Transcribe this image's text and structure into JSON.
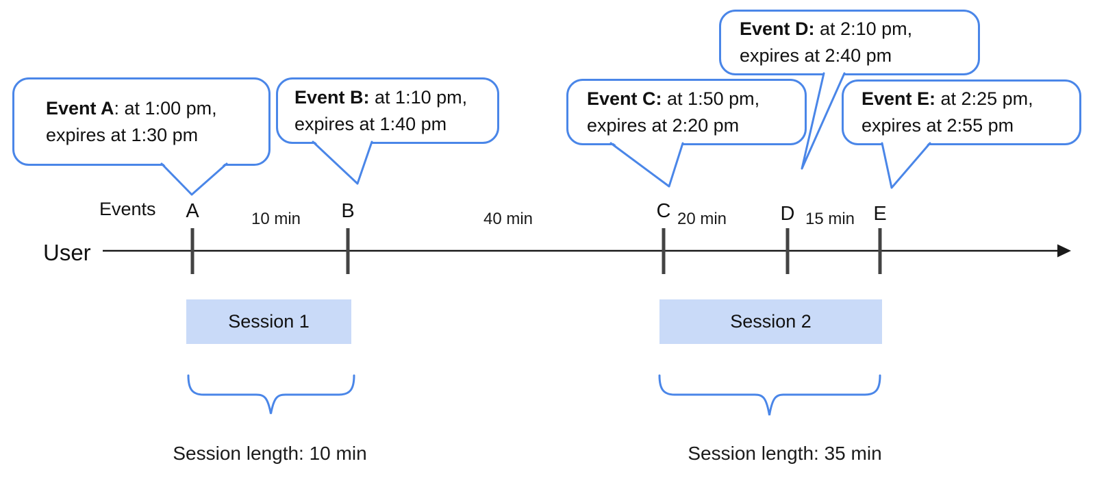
{
  "colors": {
    "callout_border": "#4a86e8",
    "brace": "#4a86e8",
    "session_fill": "#c9daf8",
    "tick": "#434343",
    "axis": "#1a1a1a"
  },
  "callouts": [
    {
      "id": "A",
      "bold": "Event A",
      "rest": ": at 1:00 pm,",
      "line2": "expires at 1:30 pm"
    },
    {
      "id": "B",
      "bold": "Event B:",
      "rest": " at 1:10 pm,",
      "line2": "expires at 1:40 pm"
    },
    {
      "id": "C",
      "bold": "Event C:",
      "rest": " at 1:50 pm,",
      "line2": "expires at 2:20 pm"
    },
    {
      "id": "D",
      "bold": "Event D:",
      "rest": " at 2:10 pm,",
      "line2": "expires at 2:40 pm"
    },
    {
      "id": "E",
      "bold": "Event E:",
      "rest": " at 2:25 pm,",
      "line2": "expires at 2:55 pm"
    }
  ],
  "timeline": {
    "axis_label": "User",
    "events_label": "Events",
    "event_marks": [
      "A",
      "B",
      "C",
      "D",
      "E"
    ],
    "intervals": [
      "10 min",
      "40 min",
      "20 min",
      "15 min"
    ]
  },
  "sessions": [
    {
      "label": "Session 1",
      "length_label": "Session length: 10 min"
    },
    {
      "label": "Session 2",
      "length_label": "Session length: 35 min"
    }
  ]
}
